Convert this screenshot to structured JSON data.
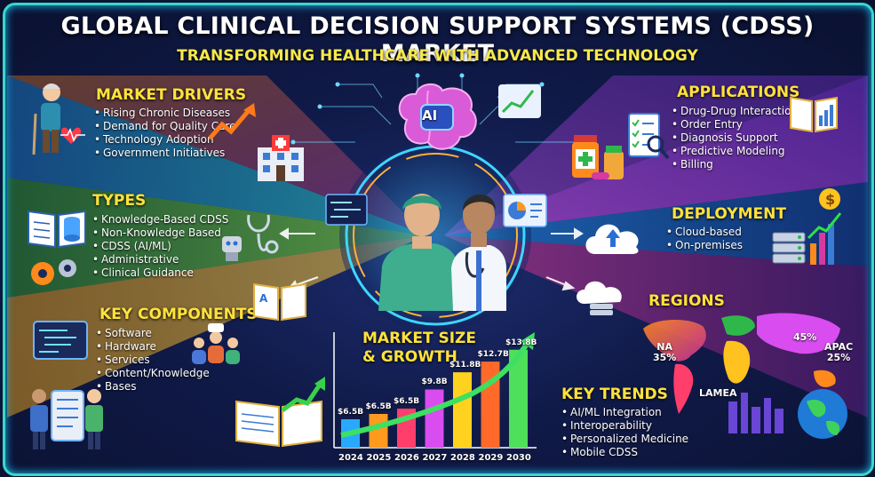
{
  "header": {
    "title": "GLOBAL CLINICAL DECISION SUPPORT SYSTEMS (CDSS) MARKET",
    "subtitle": "TRANSFORMING HEALTHCARE WITH ADVANCED TECHNOLOGY"
  },
  "market_drivers": {
    "title": "MARKET DRIVERS",
    "items": [
      "Rising Chronic Diseases",
      "Demand for Quality Care",
      "Technology Adoption",
      "Government Initiatives"
    ]
  },
  "types": {
    "title": "TYPES",
    "items": [
      "Knowledge-Based CDSS",
      "Non-Knowledge Based",
      "CDSS (AI/ML)",
      "Administrative",
      "Clinical Guidance"
    ]
  },
  "key_components": {
    "title": "KEY COMPONENTS",
    "items": [
      "Software",
      "Hardware",
      "Services",
      "Content/Knowledge",
      "Bases"
    ]
  },
  "applications": {
    "title": "APPLICATIONS",
    "items": [
      "Drug-Drug Interactions",
      "Order Entry",
      "Diagnosis Support",
      "Predictive Modeling",
      "Billing"
    ]
  },
  "deployment": {
    "title": "DEPLOYMENT",
    "items": [
      "Cloud-based",
      "On-premises"
    ]
  },
  "regions": {
    "title": "REGIONS",
    "na_name": "NA",
    "na_share": "35%",
    "eu_share": "45%",
    "apac_name": "APAC",
    "apac_share": "25%",
    "lamea_name": "LAMEA"
  },
  "market_size": {
    "title_line1": "MARKET SIZE",
    "title_line2": "& GROWTH",
    "years": [
      "2024",
      "2025",
      "2026",
      "2027",
      "2028",
      "2029",
      "2030"
    ],
    "labels": [
      "$6.5B",
      "$6.5B",
      "$6.5B",
      "$9.8B",
      "$11.8B",
      "$12.7B",
      "$13.8B"
    ],
    "values": [
      6.5,
      6.5,
      6.5,
      9.8,
      11.8,
      12.7,
      13.8
    ],
    "colors": [
      "#29a8ff",
      "#ff9a1f",
      "#ff3e6c",
      "#d94cf0",
      "#ffd21f",
      "#ff6a2a",
      "#4ee05a"
    ]
  },
  "key_trends": {
    "title": "KEY TRENDS",
    "items": [
      "AI/ML Integration",
      "Interoperability",
      "Personalized Medicine",
      "Mobile CDSS"
    ]
  },
  "center": {
    "ai_label": "AI"
  }
}
